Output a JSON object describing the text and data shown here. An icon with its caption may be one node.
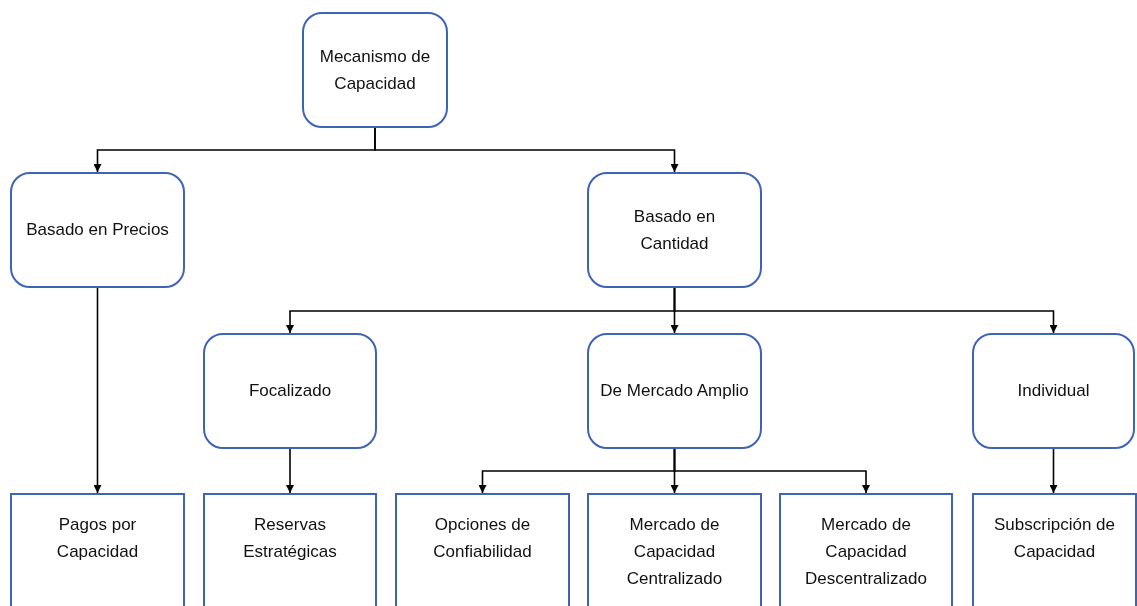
{
  "diagram": {
    "nodes": [
      {
        "text": [
          "Mecanismo de Capacidad"
        ]
      },
      {
        "text": [
          "Basado en Precios"
        ]
      },
      {
        "text": [
          "Basado en Cantidad"
        ]
      },
      {
        "text": [
          "Focalizado"
        ]
      },
      {
        "text": [
          "De Mercado Amplio"
        ]
      },
      {
        "text": [
          "Individual"
        ]
      },
      {
        "text": [
          "Pagos por Capacidad"
        ]
      },
      {
        "text": [
          "Reservas Estratégicas"
        ]
      },
      {
        "text": [
          "Opciones de Confiabilidad"
        ]
      },
      {
        "text": [
          "Mercado de Capacidad Centralizado"
        ]
      },
      {
        "text": [
          "Mercado de Capacidad Descentralizado"
        ]
      },
      {
        "text": [
          "Subscripción de Capacidad"
        ]
      }
    ],
    "edges": [
      {
        "from": 0,
        "to": 1,
        "arrow": "to"
      },
      {
        "from": 0,
        "to": 2,
        "arrow": "to"
      },
      {
        "from": 1,
        "to": 6,
        "arrow": "to"
      },
      {
        "from": 2,
        "to": 3,
        "arrow": "to"
      },
      {
        "from": 2,
        "to": 4,
        "arrow": "to"
      },
      {
        "from": 2,
        "to": 5,
        "arrow": "to"
      },
      {
        "from": 3,
        "to": 7,
        "arrow": "to"
      },
      {
        "from": 4,
        "to": 8,
        "arrow": "to"
      },
      {
        "from": 4,
        "to": 9,
        "arrow": "to"
      },
      {
        "from": 4,
        "to": 10,
        "arrow": "to"
      },
      {
        "from": 5,
        "to": 11,
        "arrow": "to"
      }
    ]
  }
}
